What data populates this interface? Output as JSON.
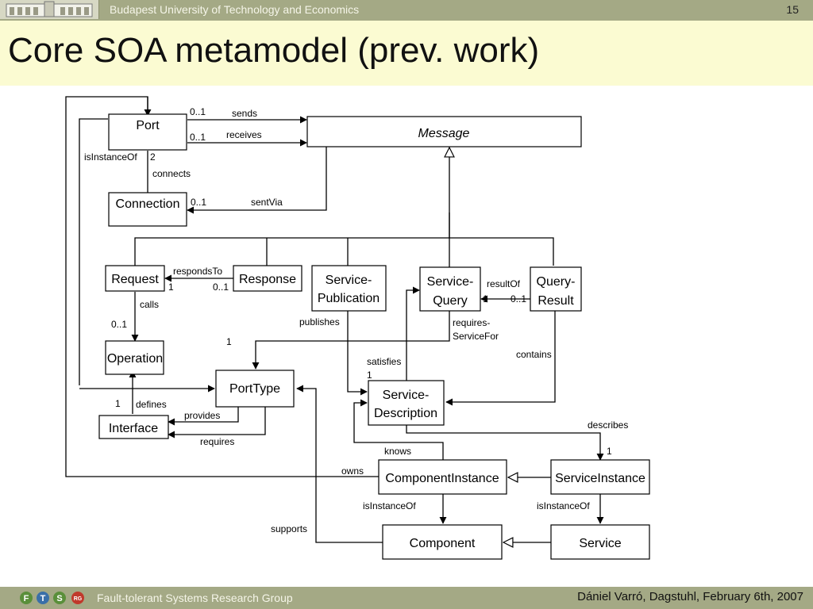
{
  "header": {
    "institution": "Budapest University of Technology and Economics",
    "slide_number": "15"
  },
  "title": "Core SOA metamodel (prev. work)",
  "footer": {
    "group": "Fault-tolerant Systems Research Group",
    "credit": "Dániel Varró, Dagstuhl, February 6th, 2007",
    "logo_letters": [
      "F",
      "T",
      "S",
      "RG"
    ]
  },
  "diagram": {
    "classes": {
      "port": "Port",
      "message": "Message",
      "connection": "Connection",
      "request": "Request",
      "response": "Response",
      "service_publication": [
        "Service-",
        "Publication"
      ],
      "service_query": [
        "Service-",
        "Query"
      ],
      "query_result": [
        "Query-",
        "Result"
      ],
      "operation": "Operation",
      "porttype": "PortType",
      "service_description": [
        "Service-",
        "Description"
      ],
      "interface": "Interface",
      "component_instance": "ComponentInstance",
      "service_instance": "ServiceInstance",
      "component": "Component",
      "service": "Service"
    },
    "labels": {
      "sends": "sends",
      "receives": "receives",
      "sends_mult": "0..1",
      "receives_mult": "0..1",
      "is_instance_of": "isInstanceOf",
      "two": "2",
      "connects": "connects",
      "sentvia_mult": "0..1",
      "sentvia": "sentVia",
      "responds_to": "respondsTo",
      "responds_to_one": "1",
      "responds_to_mult": "0..1",
      "calls": "calls",
      "calls_mult": "0..1",
      "porttype_one": "1",
      "publishes": "publishes",
      "result_of": "resultOf",
      "result_of_one": "1",
      "result_of_mult": "0..1",
      "requires_service_for": [
        "requires-",
        "ServiceFor"
      ],
      "contains": "contains",
      "satisfies": "satisfies",
      "satisfies_one": "1",
      "defines_one": "1",
      "defines": "defines",
      "provides": "provides",
      "requires": "requires",
      "describes": "describes",
      "describes_one": "1",
      "knows": "knows",
      "owns": "owns",
      "ci_is_instance_of": "isInstanceOf",
      "si_is_instance_of": "isInstanceOf",
      "supports": "supports"
    }
  }
}
